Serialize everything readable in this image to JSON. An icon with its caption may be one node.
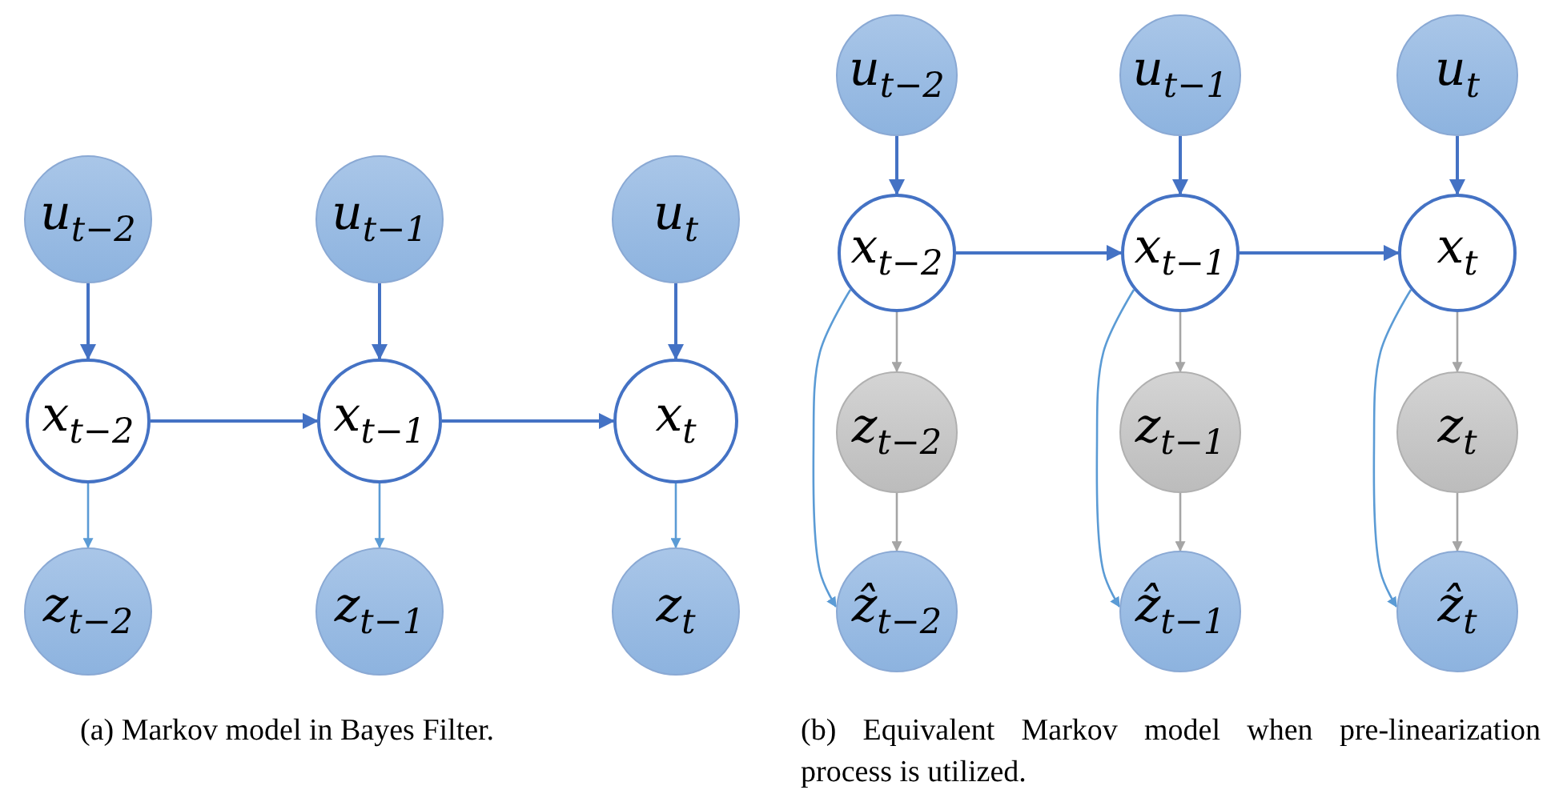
{
  "diagram": {
    "nodes": [
      {
        "text": [
          "u$_{t−2}$"
        ]
      },
      {
        "text": [
          "u$_{t−1}$"
        ]
      },
      {
        "text": [
          "u$_{t}$"
        ]
      },
      {
        "text": [
          "x$_{t−2}$"
        ]
      },
      {
        "text": [
          "x$_{t−1}$"
        ]
      },
      {
        "text": [
          "x$_{t}$"
        ]
      },
      {
        "text": [
          "z$_{t−2}$"
        ]
      },
      {
        "text": [
          "z$_{t−1}$"
        ]
      },
      {
        "text": [
          "z$_{t}$"
        ]
      },
      {
        "text": [
          "u$_{t−2}$"
        ]
      },
      {
        "text": [
          "u$_{t−1}$"
        ]
      },
      {
        "text": [
          "u$_{t}$"
        ]
      },
      {
        "text": [
          "x$_{t−2}$"
        ]
      },
      {
        "text": [
          "x$_{t−1}$"
        ]
      },
      {
        "text": [
          "x$_{t}$"
        ]
      },
      {
        "text": [
          "z$_{t−2}$"
        ]
      },
      {
        "text": [
          "z$_{t−1}$"
        ]
      },
      {
        "text": [
          "z$_{t}$"
        ]
      },
      {
        "text": [
          "ẑ$_{t−2}$"
        ]
      },
      {
        "text": [
          "ẑ$_{t−1}$"
        ]
      },
      {
        "text": [
          "ẑ$_{t}$"
        ]
      }
    ],
    "edges": [
      {
        "from": 0,
        "to": 3,
        "arrow": "to"
      },
      {
        "from": 1,
        "to": 4,
        "arrow": "to"
      },
      {
        "from": 2,
        "to": 5,
        "arrow": "to"
      },
      {
        "from": 3,
        "to": 4,
        "arrow": "to"
      },
      {
        "from": 4,
        "to": 5,
        "arrow": "to"
      },
      {
        "from": 3,
        "to": 6,
        "arrow": "to",
        "color": "#5b9bd5"
      },
      {
        "from": 4,
        "to": 7,
        "arrow": "to",
        "color": "#5b9bd5"
      },
      {
        "from": 5,
        "to": 8,
        "arrow": "to",
        "color": "#5b9bd5"
      },
      {
        "from": 9,
        "to": 12,
        "arrow": "to"
      },
      {
        "from": 10,
        "to": 13,
        "arrow": "to"
      },
      {
        "from": 11,
        "to": 14,
        "arrow": "to"
      },
      {
        "from": 12,
        "to": 13,
        "arrow": "to"
      },
      {
        "from": 13,
        "to": 14,
        "arrow": "to"
      },
      {
        "from": 12,
        "to": 15,
        "arrow": "to",
        "color": "#a5a5a5"
      },
      {
        "from": 13,
        "to": 16,
        "arrow": "to",
        "color": "#a5a5a5"
      },
      {
        "from": 14,
        "to": 17,
        "arrow": "to",
        "color": "#a5a5a5"
      },
      {
        "from": 15,
        "to": 18,
        "arrow": "to",
        "color": "#a5a5a5"
      },
      {
        "from": 16,
        "to": 19,
        "arrow": "to",
        "color": "#a5a5a5"
      },
      {
        "from": 17,
        "to": 20,
        "arrow": "to",
        "color": "#a5a5a5"
      },
      {
        "from": 12,
        "to": 18,
        "arrow": "to",
        "color": "#5b9bd5"
      },
      {
        "from": 13,
        "to": 19,
        "arrow": "to",
        "color": "#5b9bd5"
      },
      {
        "from": 14,
        "to": 20,
        "arrow": "to",
        "color": "#5b9bd5"
      }
    ],
    "labels": [
      "(a) Markov model in Bayes Filter.",
      "(b) Equivalent Markov model when pre-linearization process is utilized."
    ]
  }
}
